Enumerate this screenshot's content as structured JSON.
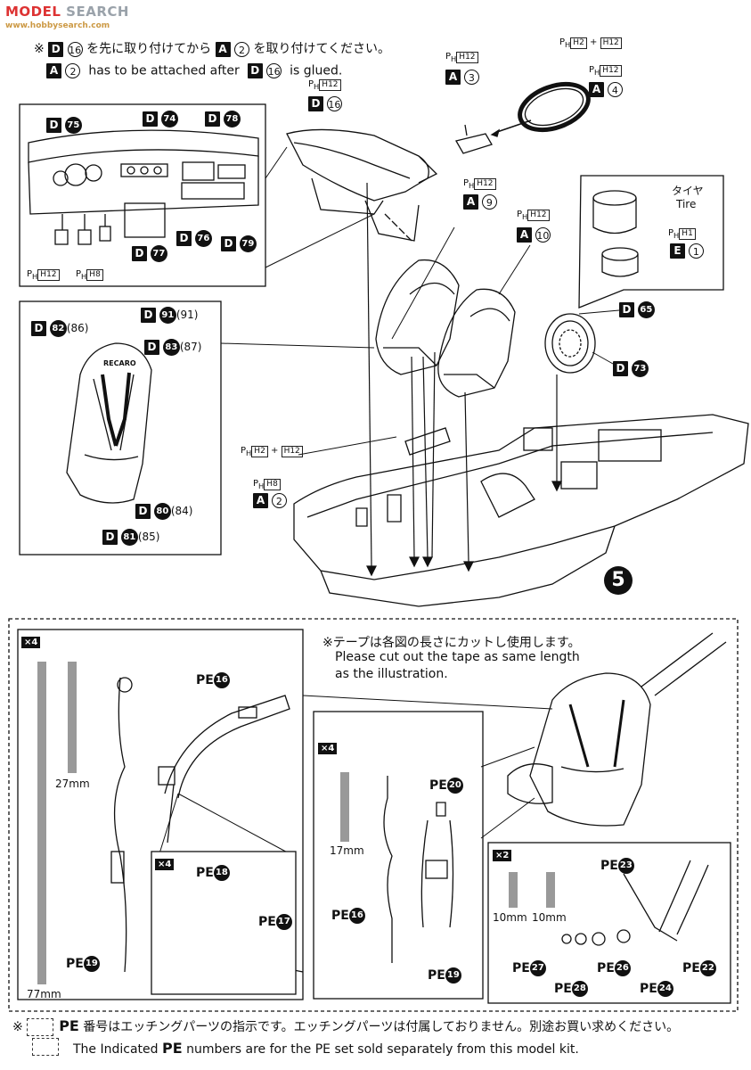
{
  "watermark": {
    "logo": "MODEL",
    "text": "SEARCH",
    "sub": "www.hobbysearch.com"
  },
  "top_notes": {
    "jp": {
      "mark": "※",
      "d": "D",
      "d_num": "16",
      "mid": "を先に取り付けてから",
      "a": "A",
      "a_num": "2",
      "end": "を取り付けてください。"
    },
    "en": {
      "a": "A",
      "a_num": "2",
      "mid": "has to be attached after",
      "d": "D",
      "d_num": "16",
      "end": "is glued."
    }
  },
  "step_number": "5",
  "paint_codes": {
    "h12": "H12",
    "h2_h12_a": "H2",
    "h2_h12_b": "H12",
    "h8": "H8",
    "h1": "H1",
    "plus": "+"
  },
  "part_labels": {
    "dash": {
      "letter": "D",
      "num": "16"
    },
    "a3": {
      "letter": "A",
      "num": "3"
    },
    "a4": {
      "letter": "A",
      "num": "4"
    },
    "a9": {
      "letter": "A",
      "num": "9"
    },
    "a10": {
      "letter": "A",
      "num": "10"
    },
    "a2": {
      "letter": "A",
      "num": "2"
    },
    "e1": {
      "letter": "E",
      "num": "1"
    },
    "d65": {
      "letter": "D",
      "num": "65"
    },
    "d73": {
      "letter": "D",
      "num": "73"
    },
    "d75": {
      "letter": "D",
      "num": "75"
    },
    "d74": {
      "letter": "D",
      "num": "74"
    },
    "d78": {
      "letter": "D",
      "num": "78"
    },
    "d76": {
      "letter": "D",
      "num": "76"
    },
    "d77": {
      "letter": "D",
      "num": "77"
    },
    "d79": {
      "letter": "D",
      "num": "79"
    },
    "d82": {
      "letter": "D",
      "num": "82",
      "alt": "(86)"
    },
    "d91": {
      "letter": "D",
      "num": "91",
      "alt": "(91)"
    },
    "d83": {
      "letter": "D",
      "num": "83",
      "alt": "(87)"
    },
    "d80": {
      "letter": "D",
      "num": "80",
      "alt": "(84)"
    },
    "d81": {
      "letter": "D",
      "num": "81",
      "alt": "(85)"
    }
  },
  "tire": {
    "jp": "タイヤ",
    "en": "Tire"
  },
  "seat_brand": "RECARO",
  "tape_note": {
    "jp": "※テープは各図の長さにカットし使用します。",
    "en1": "Please cut out the tape as same length",
    "en2": "as the illustration."
  },
  "multipliers": {
    "x4a": "×4",
    "x4b": "×4",
    "x4c": "×4",
    "x2": "×2"
  },
  "lengths": {
    "l77": "77mm",
    "l27": "27mm",
    "l17": "17mm",
    "l10a": "10mm",
    "l10b": "10mm"
  },
  "pe_labels": {
    "pe16a": {
      "pe": "PE",
      "num": "16"
    },
    "pe18": {
      "pe": "PE",
      "num": "18"
    },
    "pe17": {
      "pe": "PE",
      "num": "17"
    },
    "pe19a": {
      "pe": "PE",
      "num": "19"
    },
    "pe20": {
      "pe": "PE",
      "num": "20"
    },
    "pe16b": {
      "pe": "PE",
      "num": "16"
    },
    "pe19b": {
      "pe": "PE",
      "num": "19"
    },
    "pe23": {
      "pe": "PE",
      "num": "23"
    },
    "pe27": {
      "pe": "PE",
      "num": "27"
    },
    "pe26": {
      "pe": "PE",
      "num": "26"
    },
    "pe22": {
      "pe": "PE",
      "num": "22"
    },
    "pe28": {
      "pe": "PE",
      "num": "28"
    },
    "pe24": {
      "pe": "PE",
      "num": "24"
    }
  },
  "bottom_notes": {
    "jp": {
      "mark": "※",
      "pe": "PE",
      "text": "番号はエッチングパーツの指示です。エッチングパーツは付属しておりません。別途お買い求めください。"
    },
    "en": {
      "pre": "The Indicated",
      "pe": "PE",
      "text": "numbers are for the PE set sold separately from this model kit."
    }
  }
}
